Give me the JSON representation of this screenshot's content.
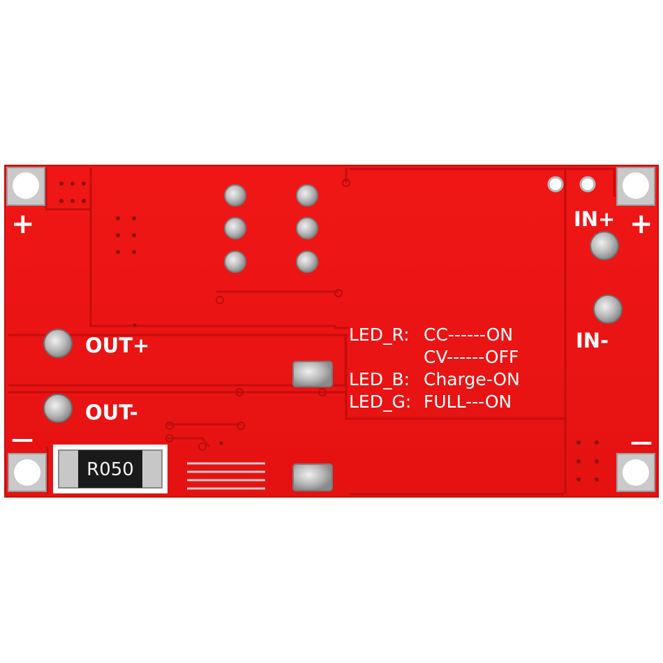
{
  "board": {
    "pcb_color": "#ee1414",
    "silkscreen_color": "#ffffff",
    "pad_color": "#c4c4c4"
  },
  "labels": {
    "out_plus": "OUT+",
    "out_minus": "OUT-",
    "in_plus": "IN+",
    "in_minus": "IN-",
    "plus_left": "+",
    "plus_right": "+",
    "minus_left": "—",
    "minus_right": "—"
  },
  "legend": {
    "line1_key": "LED_R:",
    "line1_value": "CC------ON",
    "line2_value": "CV------OFF",
    "line3_key": "LED_B:",
    "line3_value": "Charge-ON",
    "line4_key": "LED_G:",
    "line4_value": "FULL---ON"
  },
  "resistor": {
    "marking": "R050"
  }
}
